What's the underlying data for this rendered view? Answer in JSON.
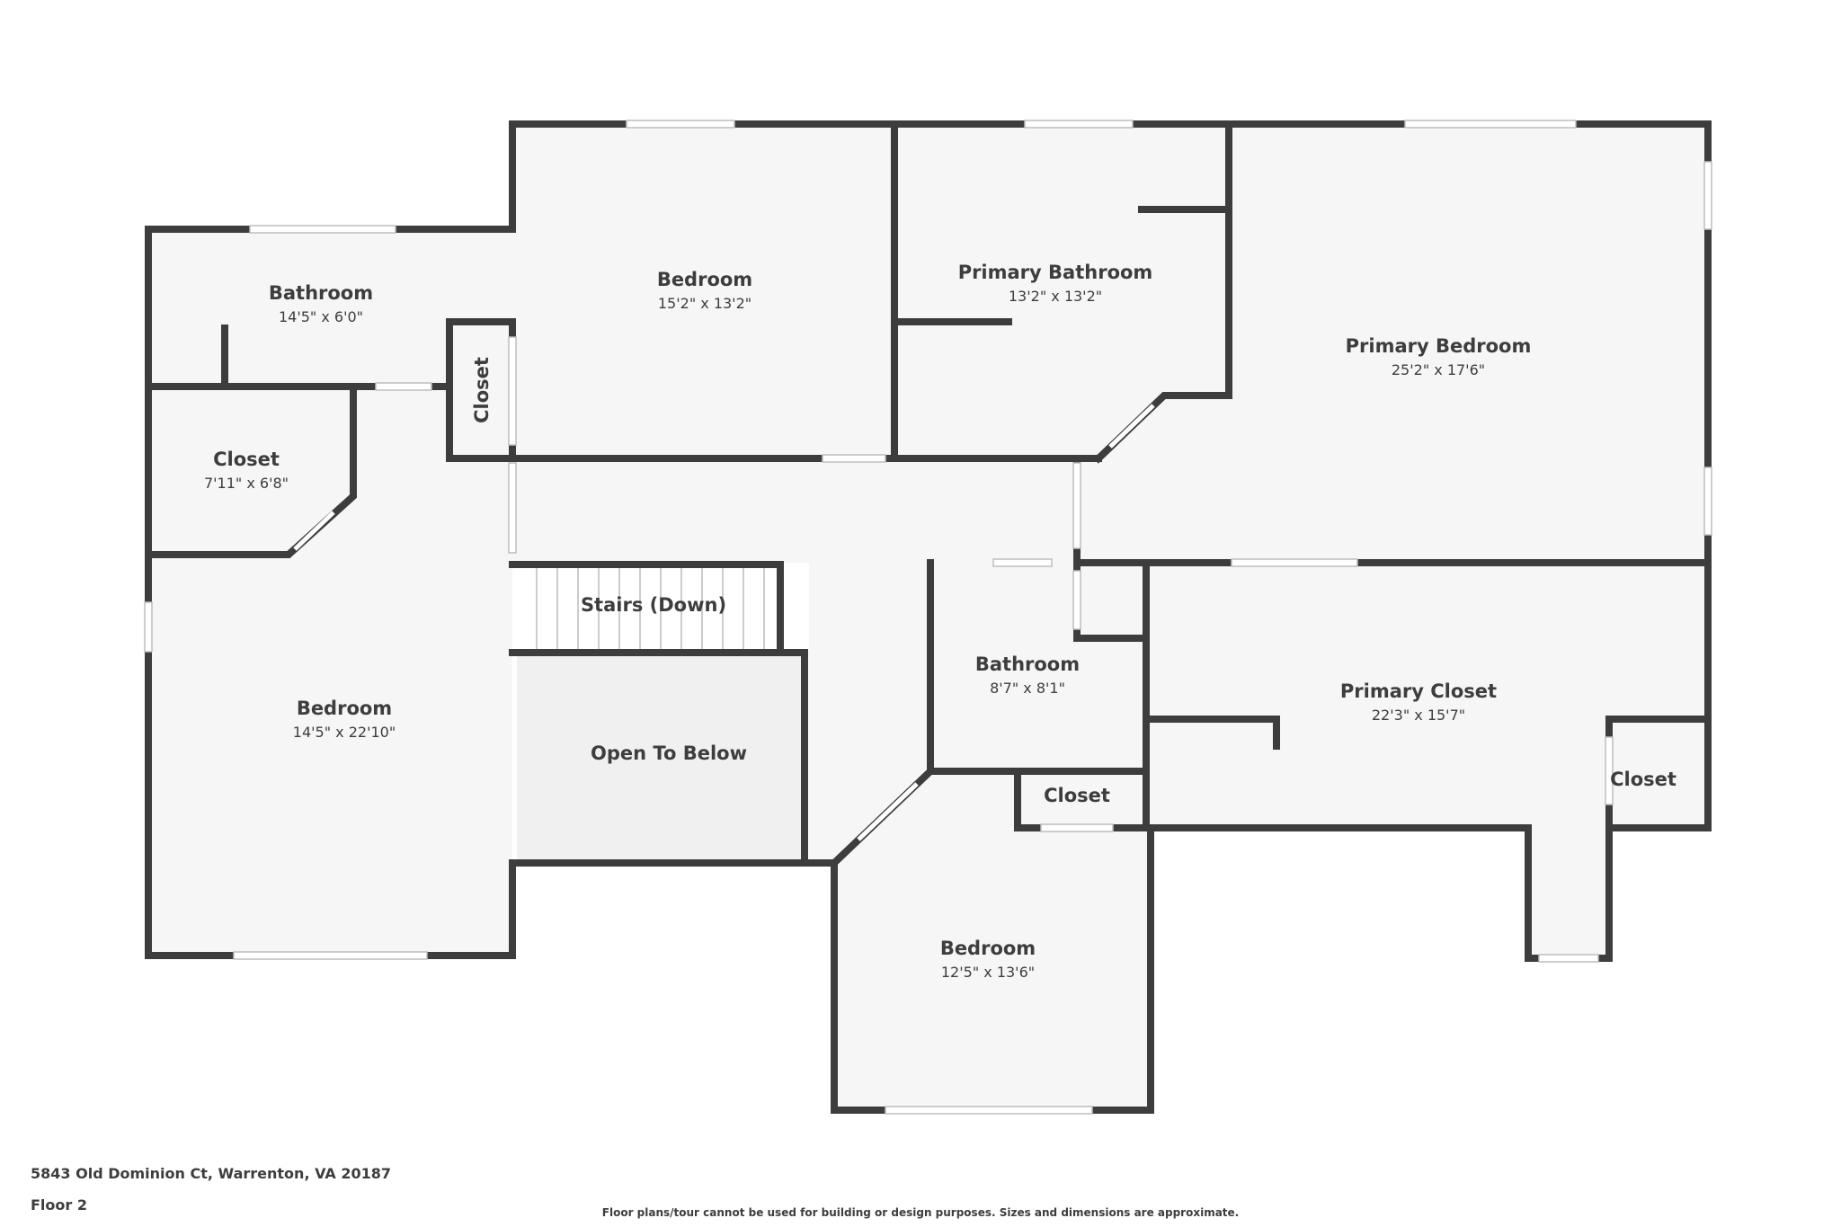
{
  "address": "5843 Old Dominion Ct, Warrenton, VA 20187",
  "floor_label": "Floor 2",
  "disclaimer": "Floor plans/tour cannot be used for building or design purposes. Sizes and dimensions are approximate.",
  "colors": {
    "wall": "#3d3d3d",
    "floor": "#f6f6f6",
    "open": "#f0f0f0",
    "window": "#ffffff"
  },
  "rooms": [
    {
      "id": "bathroom-nw",
      "name": "Bathroom",
      "dims": "14'5\" x 6'0\""
    },
    {
      "id": "closet-w",
      "name": "Closet",
      "dims": "7'11\" x 6'8\""
    },
    {
      "id": "bedroom-w",
      "name": "Bedroom",
      "dims": "14'5\" x 22'10\""
    },
    {
      "id": "closet-small",
      "name": "Closet",
      "dims": ""
    },
    {
      "id": "bedroom-n",
      "name": "Bedroom",
      "dims": "15'2\" x 13'2\""
    },
    {
      "id": "primary-bathroom",
      "name": "Primary Bathroom",
      "dims": "13'2\" x 13'2\""
    },
    {
      "id": "primary-bedroom",
      "name": "Primary Bedroom",
      "dims": "25'2\" x 17'6\""
    },
    {
      "id": "stairs",
      "name": "Stairs (Down)",
      "dims": ""
    },
    {
      "id": "open-to-below",
      "name": "Open To Below",
      "dims": ""
    },
    {
      "id": "bathroom-c",
      "name": "Bathroom",
      "dims": "8'7\" x 8'1\""
    },
    {
      "id": "primary-closet",
      "name": "Primary Closet",
      "dims": "22'3\" x 15'7\""
    },
    {
      "id": "closet-e",
      "name": "Closet",
      "dims": ""
    },
    {
      "id": "closet-s",
      "name": "Closet",
      "dims": ""
    },
    {
      "id": "bedroom-s",
      "name": "Bedroom",
      "dims": "12'5\" x 13'6\""
    }
  ]
}
